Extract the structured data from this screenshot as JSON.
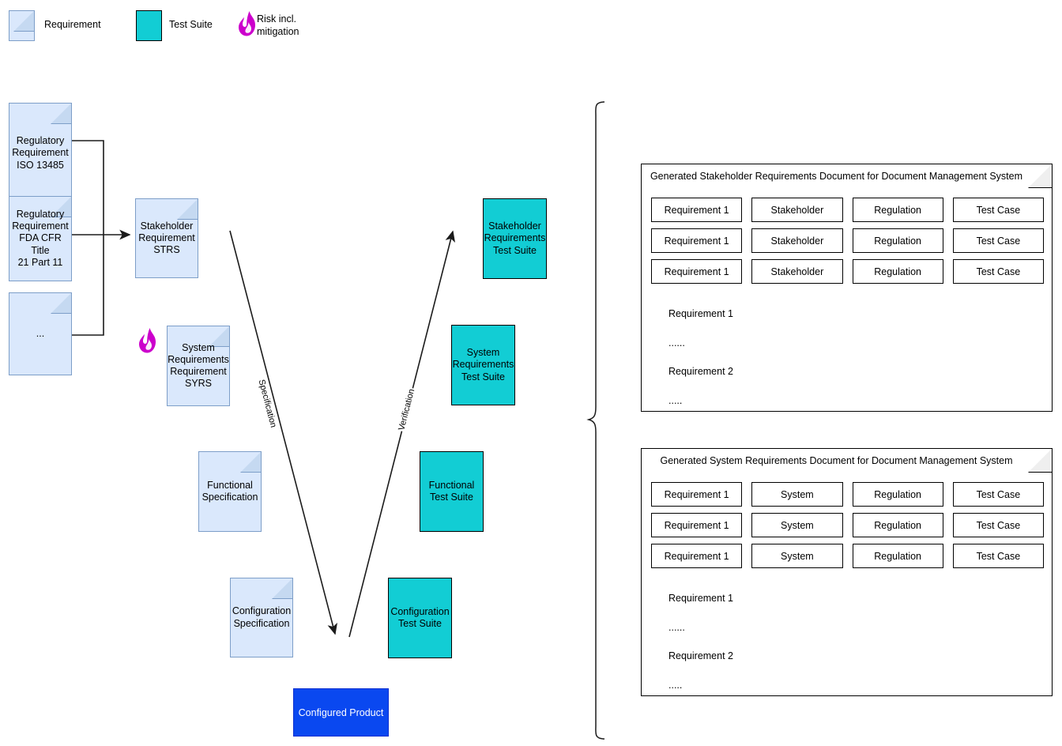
{
  "legend": {
    "items": [
      {
        "label": "Requirement",
        "icon": "document-icon",
        "color": "#dae8fc"
      },
      {
        "label": "Test Suite",
        "icon": "square-icon",
        "color": "#12cdd4"
      },
      {
        "label": "Risk incl.\nmitigation",
        "label_line1": "Risk incl.",
        "label_line2": "mitigation",
        "icon": "flame-icon",
        "color": "#cc00cc"
      }
    ]
  },
  "vmodel": {
    "left_branch_label": "Specification",
    "right_branch_label": "Verification",
    "inputs": [
      {
        "line1": "Regulatory",
        "line2": "Requirement",
        "line3": "ISO 13485"
      },
      {
        "line1": "Regulatory",
        "line2": "Requirement",
        "line3": "FDA CFR Title",
        "line4": "21 Part 11"
      },
      {
        "line1": "..."
      }
    ],
    "specifications": [
      {
        "line1": "Stakeholder",
        "line2": "Requirement",
        "line3": "STRS"
      },
      {
        "line1": "System",
        "line2": "Requirements",
        "line3": "Requirement",
        "line4": "SYRS"
      },
      {
        "line1": "Functional",
        "line2": "Specification"
      },
      {
        "line1": "Configuration",
        "line2": "Specification"
      }
    ],
    "test_suites": [
      {
        "line1": "Stakeholder",
        "line2": "Requirements",
        "line3": "Test Suite"
      },
      {
        "line1": "System",
        "line2": "Requirements",
        "line3": "Test Suite"
      },
      {
        "line1": "Functional",
        "line2": "Test Suite"
      },
      {
        "line1": "Configuration",
        "line2": "Test Suite"
      }
    ],
    "product": {
      "label": "Configured Product"
    },
    "risk_marker": {
      "icon": "flame-icon",
      "color": "#cc00cc"
    }
  },
  "generated_documents": [
    {
      "title": "Generated Stakeholder Requirements Document for Document Management System",
      "rows": [
        [
          "Requirement 1",
          "Stakeholder",
          "Regulation",
          "Test Case"
        ],
        [
          "Requirement 1",
          "Stakeholder",
          "Regulation",
          "Test Case"
        ],
        [
          "Requirement 1",
          "Stakeholder",
          "Regulation",
          "Test Case"
        ]
      ],
      "body": [
        "Requirement 1",
        "......",
        "Requirement 2",
        "....."
      ]
    },
    {
      "title": "Generated System Requirements Document for Document Management System",
      "rows": [
        [
          "Requirement 1",
          "System",
          "Regulation",
          "Test Case"
        ],
        [
          "Requirement 1",
          "System",
          "Regulation",
          "Test Case"
        ],
        [
          "Requirement 1",
          "System",
          "Regulation",
          "Test Case"
        ]
      ],
      "body": [
        "Requirement 1",
        "......",
        "Requirement 2",
        "....."
      ]
    }
  ]
}
